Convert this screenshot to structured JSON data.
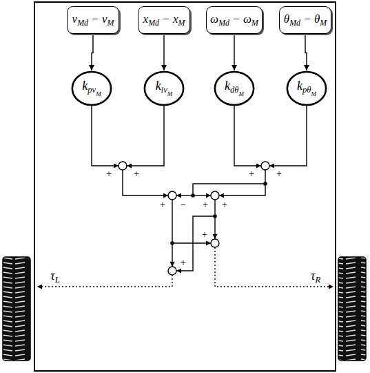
{
  "diagram": {
    "nodes": [
      {
        "text": [
          "vMd − vM"
        ]
      },
      {
        "text": [
          "xMd − xM"
        ]
      },
      {
        "text": [
          "ωMd − ωM"
        ]
      },
      {
        "text": [
          "θMd − θM"
        ]
      },
      {
        "text": [
          "kpvM"
        ]
      },
      {
        "text": [
          "kivM"
        ]
      },
      {
        "text": [
          "kdθM"
        ]
      },
      {
        "text": [
          "kpθM"
        ]
      }
    ],
    "edges": [
      {
        "from": 0,
        "to": 4,
        "arrow": "to"
      },
      {
        "from": 1,
        "to": 5,
        "arrow": "to"
      },
      {
        "from": 2,
        "to": 6,
        "arrow": "to"
      },
      {
        "from": 3,
        "to": 7,
        "arrow": "to"
      }
    ],
    "labels": [
      "+",
      "+",
      "+",
      "+",
      "+",
      "−",
      "+",
      "+",
      "+",
      "+",
      "τL",
      "τR"
    ]
  }
}
